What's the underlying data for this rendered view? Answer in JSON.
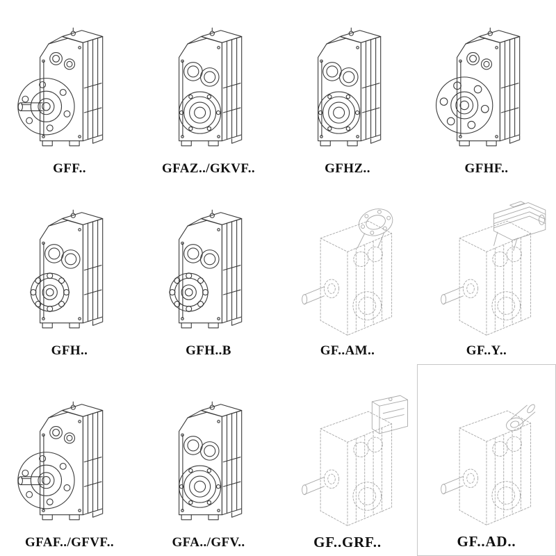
{
  "page": {
    "background": "#ffffff",
    "colors": {
      "ink": "#3a3a3a",
      "faint": "#a9a9a9",
      "label": "#101010"
    }
  },
  "catalog": {
    "items": [
      {
        "label": "GFF..",
        "drawing": "helical-gearbox-output-flange-with-shaft",
        "line_style": "solid"
      },
      {
        "label": "GFAZ../GKVF..",
        "drawing": "helical-gearbox-hollow-output-bore",
        "line_style": "solid"
      },
      {
        "label": "GFHZ..",
        "drawing": "helical-gearbox-hollow-output-bore",
        "line_style": "solid"
      },
      {
        "label": "GFHF..",
        "drawing": "helical-gearbox-bolted-output-flange",
        "line_style": "solid"
      },
      {
        "label": "GFH..",
        "drawing": "helical-gearbox-open-bearing-view",
        "line_style": "solid"
      },
      {
        "label": "GFH..B",
        "drawing": "helical-gearbox-open-bearing-view",
        "line_style": "solid"
      },
      {
        "label": "GF..AM..",
        "drawing": "gearbox-with-motor-adapter-flange",
        "line_style": "dashed"
      },
      {
        "label": "GF..Y..",
        "drawing": "gearbox-with-mounted-motor",
        "line_style": "dashed"
      },
      {
        "label": "GFAF../GFVF..",
        "drawing": "helical-gearbox-output-flange-with-shaft",
        "line_style": "solid"
      },
      {
        "label": "GFA../GFV..",
        "drawing": "helical-gearbox-hollow-output-bore",
        "line_style": "solid"
      },
      {
        "label": "GF..GRF..",
        "drawing": "gearbox-with-input-adapter-housing",
        "line_style": "dashed"
      },
      {
        "label": "GF..AD..",
        "drawing": "gearbox-with-free-input-shaft-adapter",
        "line_style": "dashed"
      }
    ]
  }
}
